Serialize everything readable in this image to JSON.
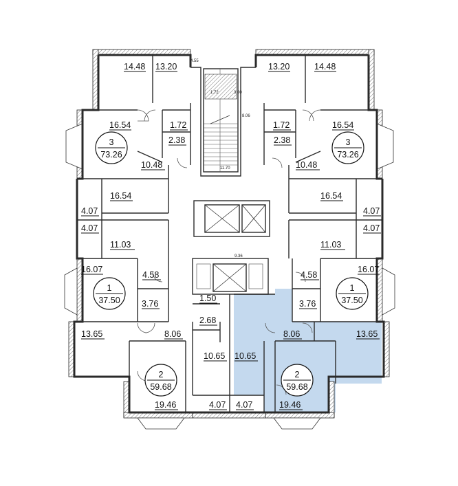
{
  "highlight_color": "#c4d9ee",
  "line_color": "#2a2a2a",
  "room_areas": {
    "tl_bedroom": "14.48",
    "tl_living": "13.20",
    "tr_living": "13.20",
    "tr_bedroom": "14.48",
    "tl_kitchen": "16.54",
    "tl_bath": "1.72",
    "tl_wc": "2.38",
    "tl_hall": "10.48",
    "tr_bath": "1.72",
    "tr_wc": "2.38",
    "tr_kitchen": "16.54",
    "tr_hall": "10.48",
    "ml_room": "16.54",
    "mr_room": "16.54",
    "ml_balcony_top": "4.07",
    "ml_balcony_bottom": "4.07",
    "mr_balcony_top": "4.07",
    "mr_balcony_bottom": "4.07",
    "ml_kitchen": "11.03",
    "mr_kitchen": "11.03",
    "l1_room": "16.07",
    "l1_hall": "4.58",
    "l1_bath": "3.76",
    "r1_room": "16.07",
    "r1_hall": "4.58",
    "r1_bath": "3.76",
    "c_small_a": "1.50",
    "c_small_b": "2.68",
    "bl_room": "13.65",
    "bl_hall": "8.06",
    "br_hall": "8.06",
    "br_room": "13.65",
    "c_kitchen_l": "10.65",
    "c_kitchen_r": "10.65",
    "bl_living": "19.46",
    "br_living": "19.46",
    "bl_loggia": "4.07",
    "br_loggia": "4.07"
  },
  "apartments": {
    "tl": {
      "rooms": "3",
      "area": "73.26"
    },
    "tr": {
      "rooms": "3",
      "area": "73.26"
    },
    "l1": {
      "rooms": "1",
      "area": "37.50"
    },
    "r1": {
      "rooms": "1",
      "area": "37.50"
    },
    "bl": {
      "rooms": "2",
      "area": "59.68"
    },
    "br": {
      "rooms": "2",
      "area": "59.68"
    }
  },
  "dimensions": {
    "top": "4.55",
    "stair_a": "1.72",
    "stair_b": "3.00",
    "stair_c": "8.06",
    "stair_d": "11.70",
    "lift": "9.36"
  }
}
